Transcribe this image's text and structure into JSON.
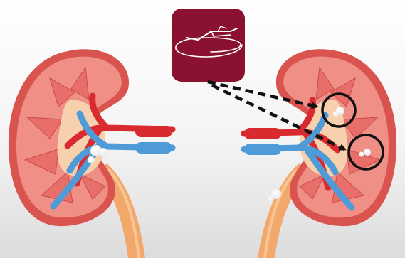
{
  "scene": {
    "background_top": "#ffffff",
    "background_bottom": "#dcdcdc"
  },
  "kidneys": [
    {
      "side": "left",
      "stones_visible": 2
    },
    {
      "side": "right",
      "stones_visible": 3
    }
  ],
  "tool_badge": {
    "icon": "laser-fiber-icon",
    "color": "#8a1230"
  },
  "pointers": {
    "count": 2,
    "style": "dashed-arrow",
    "target_marker": "circle"
  },
  "colors": {
    "kidney_capsule": "#d9544f",
    "kidney_cortex": "#f08f86",
    "renal_pelvis": "#f7d1ad",
    "artery": "#d92b2f",
    "vein": "#4f9bd8",
    "ureter": "#f2a86b",
    "stone": "#ffffff"
  }
}
